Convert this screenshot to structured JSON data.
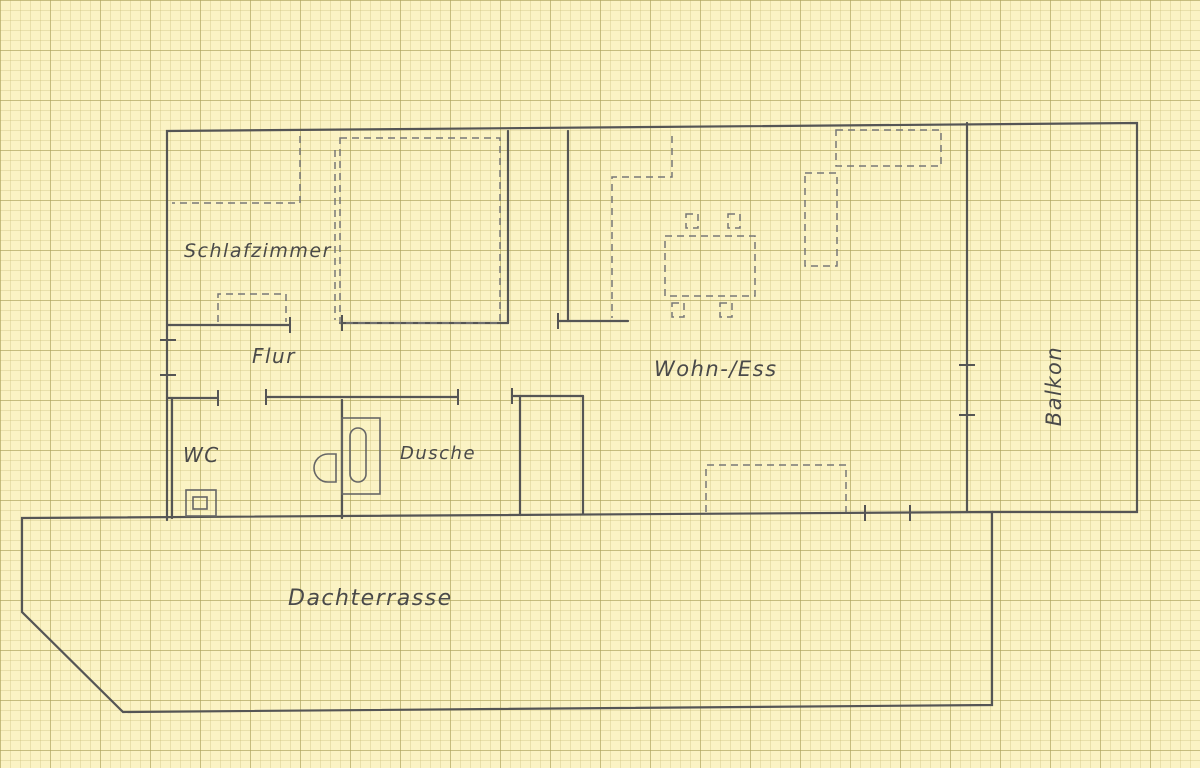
{
  "rooms": {
    "schlafzimmer": "Schlafzimmer",
    "flur": "Flur",
    "wc": "WC",
    "dusche": "Dusche",
    "wohn_ess": "Wohn-/Ess",
    "balkon": "Balkon",
    "dachterrasse": "Dachterrasse"
  },
  "colors": {
    "paper": "#fbf3c4",
    "grid": "#b0a25a",
    "pencil": "#555555"
  }
}
